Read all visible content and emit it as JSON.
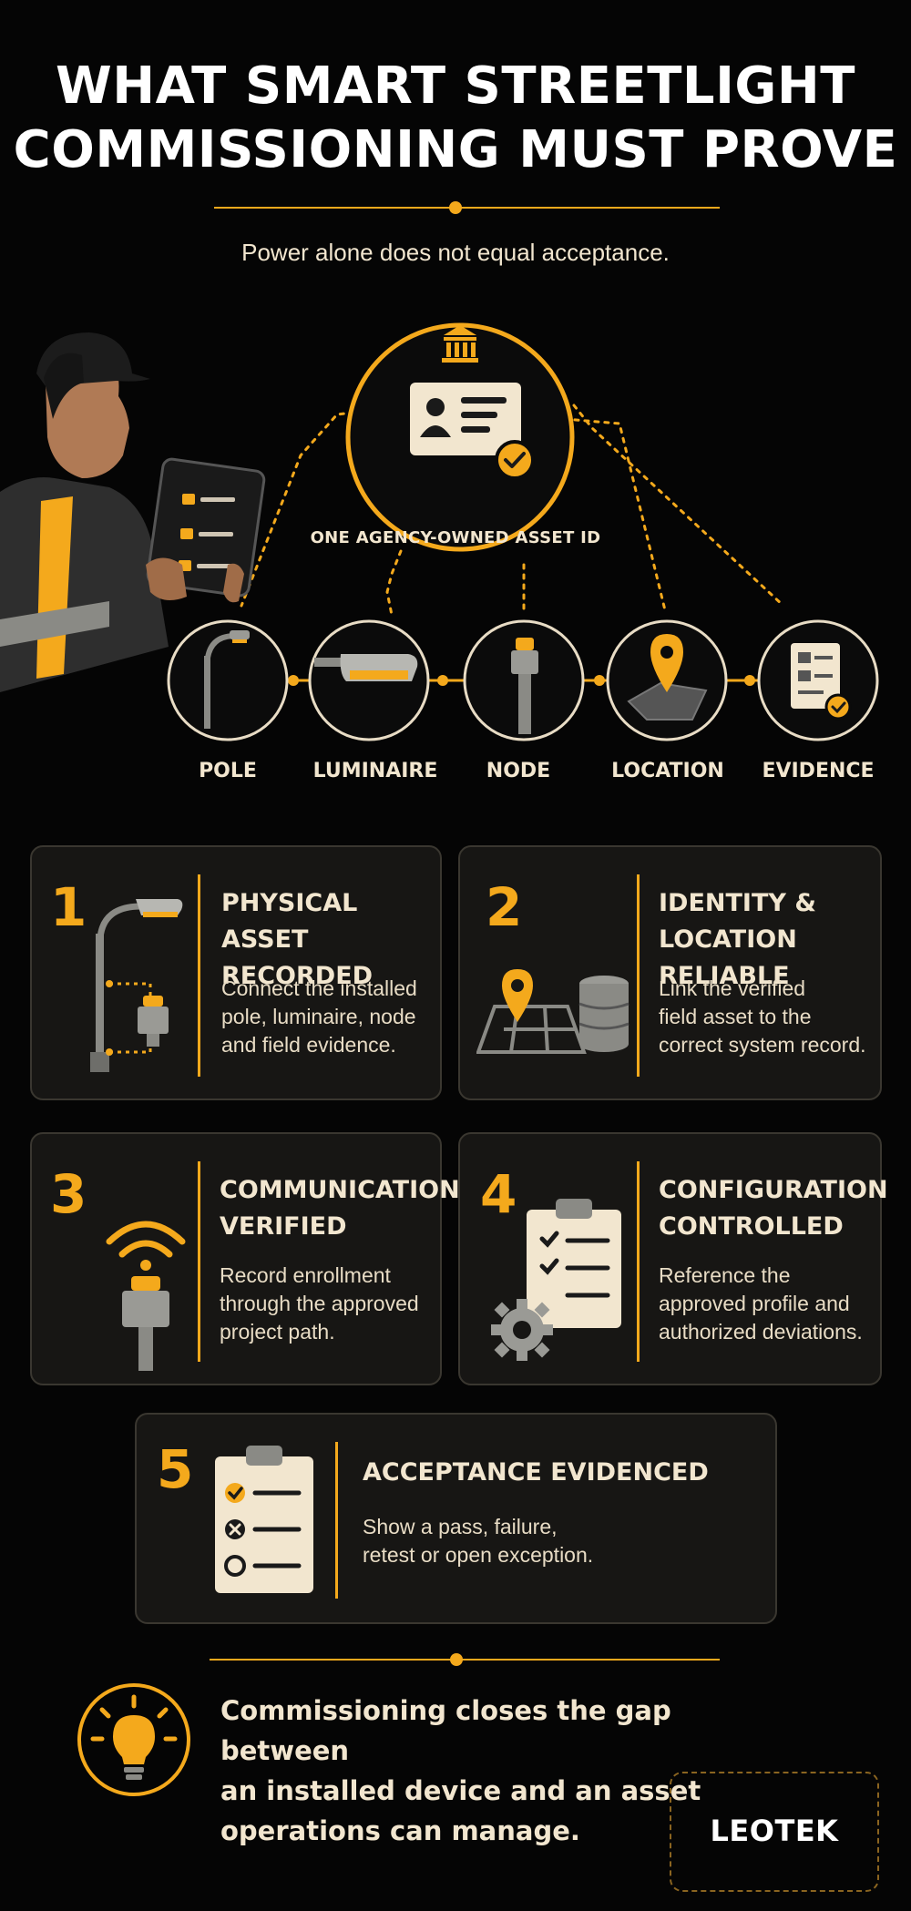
{
  "header": {
    "title_line1": "WHAT SMART STREETLIGHT",
    "title_line2": "COMMISSIONING MUST PROVE",
    "subtitle": "Power alone does not equal acceptance."
  },
  "hub": {
    "label": "ONE AGENCY-OWNED ASSET ID"
  },
  "assets": [
    {
      "label": "POLE"
    },
    {
      "label": "LUMINAIRE"
    },
    {
      "label": "NODE"
    },
    {
      "label": "LOCATION"
    },
    {
      "label": "EVIDENCE"
    }
  ],
  "steps": [
    {
      "number": "1",
      "title_line1": "PHYSICAL ASSET",
      "title_line2": "RECORDED",
      "desc": [
        "Connect the installed",
        "pole, luminaire, node",
        "and field evidence."
      ]
    },
    {
      "number": "2",
      "title_line1": "IDENTITY &",
      "title_line2": "LOCATION RELIABLE",
      "desc": [
        "Link the verified",
        "field asset to the",
        "correct system record."
      ]
    },
    {
      "number": "3",
      "title_line1": "COMMUNICATIONS",
      "title_line2": "VERIFIED",
      "desc": [
        "Record enrollment",
        "through the approved",
        "project path."
      ]
    },
    {
      "number": "4",
      "title_line1": "CONFIGURATION",
      "title_line2": "CONTROLLED",
      "desc": [
        "Reference the",
        "approved profile and",
        "authorized deviations."
      ]
    },
    {
      "number": "5",
      "title_line1": "ACCEPTANCE EVIDENCED",
      "title_line2": "",
      "desc": [
        "Show a pass, failure,",
        "retest or open exception."
      ]
    }
  ],
  "footer": {
    "text_line1": "Commissioning closes the gap between",
    "text_line2": "an installed device and an asset",
    "text_line3": "operations can manage.",
    "logo": "LEOTEK"
  },
  "colors": {
    "accent": "#f4a91c",
    "background": "#050505",
    "card": "#171614",
    "text": "#f2e6cf"
  }
}
